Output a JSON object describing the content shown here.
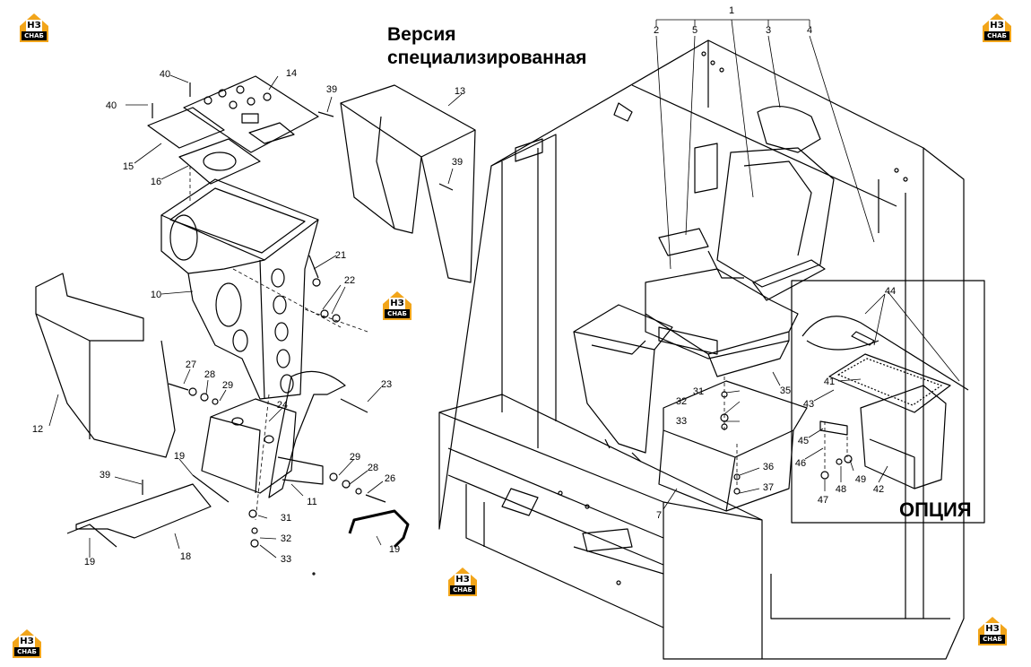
{
  "title": {
    "line1": "Версия",
    "line2": "специализированная"
  },
  "option_label": "ОПЦИЯ",
  "logo": {
    "letters": "НЗ",
    "caption": "СНАБ",
    "accent": "#f2a51a"
  },
  "callouts": [
    {
      "id": "c1",
      "label": "1"
    },
    {
      "id": "c2",
      "label": "2"
    },
    {
      "id": "c5",
      "label": "5"
    },
    {
      "id": "c3",
      "label": "3"
    },
    {
      "id": "c4",
      "label": "4"
    },
    {
      "id": "c40a",
      "label": "40"
    },
    {
      "id": "c40b",
      "label": "40"
    },
    {
      "id": "c14",
      "label": "14"
    },
    {
      "id": "c15",
      "label": "15"
    },
    {
      "id": "c16",
      "label": "16"
    },
    {
      "id": "c39a",
      "label": "39"
    },
    {
      "id": "c13",
      "label": "13"
    },
    {
      "id": "c39b",
      "label": "39"
    },
    {
      "id": "c21",
      "label": "21"
    },
    {
      "id": "c22",
      "label": "22"
    },
    {
      "id": "c10",
      "label": "10"
    },
    {
      "id": "c27",
      "label": "27"
    },
    {
      "id": "c28a",
      "label": "28"
    },
    {
      "id": "c29a",
      "label": "29"
    },
    {
      "id": "c23",
      "label": "23"
    },
    {
      "id": "c24",
      "label": "24"
    },
    {
      "id": "c12",
      "label": "12"
    },
    {
      "id": "c19a",
      "label": "19"
    },
    {
      "id": "c39c",
      "label": "39"
    },
    {
      "id": "c29b",
      "label": "29"
    },
    {
      "id": "c28b",
      "label": "28"
    },
    {
      "id": "c26",
      "label": "26"
    },
    {
      "id": "c11",
      "label": "11"
    },
    {
      "id": "c31a",
      "label": "31"
    },
    {
      "id": "c32a",
      "label": "32"
    },
    {
      "id": "c33a",
      "label": "33"
    },
    {
      "id": "c19b",
      "label": "19"
    },
    {
      "id": "c18",
      "label": "18"
    },
    {
      "id": "c19c",
      "label": "19"
    },
    {
      "id": "c44",
      "label": "44"
    },
    {
      "id": "c41",
      "label": "41"
    },
    {
      "id": "c35",
      "label": "35"
    },
    {
      "id": "c43",
      "label": "43"
    },
    {
      "id": "c31b",
      "label": "31"
    },
    {
      "id": "c32b",
      "label": "32"
    },
    {
      "id": "c33b",
      "label": "33"
    },
    {
      "id": "c45",
      "label": "45"
    },
    {
      "id": "c36",
      "label": "36"
    },
    {
      "id": "c37",
      "label": "37"
    },
    {
      "id": "c46",
      "label": "46"
    },
    {
      "id": "c49",
      "label": "49"
    },
    {
      "id": "c47",
      "label": "47"
    },
    {
      "id": "c48",
      "label": "48"
    },
    {
      "id": "c42",
      "label": "42"
    },
    {
      "id": "c7",
      "label": "7"
    }
  ]
}
